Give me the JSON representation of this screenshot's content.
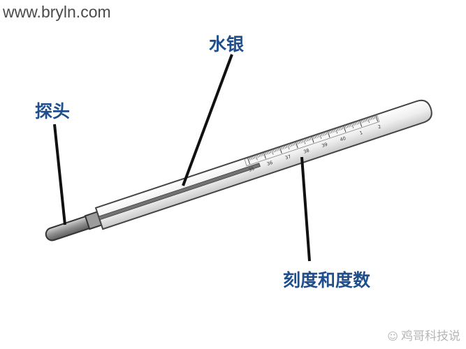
{
  "watermark_top": "www.bryln.com",
  "labels": {
    "mercury": "水银",
    "probe": "探头",
    "scale": "刻度和度数"
  },
  "scale_numbers": [
    "35",
    "36",
    "37",
    "38",
    "39",
    "40",
    "1",
    "2"
  ],
  "watermark_bottom": "鸡哥科技说",
  "colors": {
    "label": "#1f4e8c",
    "leader_line": "#111111",
    "tube_glass": "#eeeeee",
    "tube_outline": "#555555",
    "mercury": "#7a7a7a",
    "probe_tip": "#8a8a8a"
  }
}
